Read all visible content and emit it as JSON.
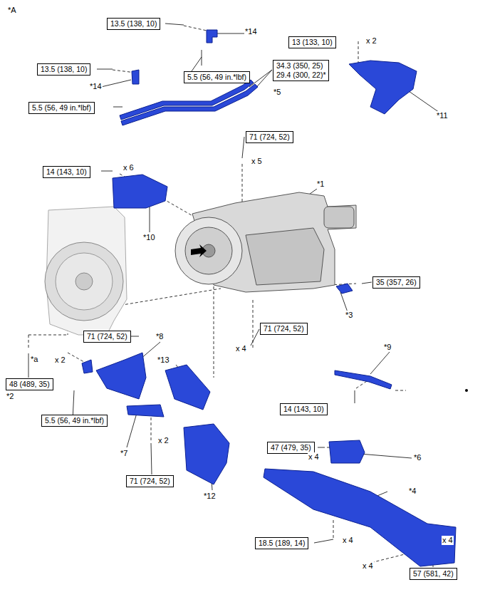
{
  "diagram": {
    "nodes": [
      {
        "text": [
          "13.5 (138, 10)"
        ]
      },
      {
        "text": [
          "13 (133, 10)"
        ]
      },
      {
        "text": [
          "13.5 (138, 10)"
        ]
      },
      {
        "text": [
          "5.5 (56, 49 in.*lbf)"
        ]
      },
      {
        "text": [
          "34.3 (350, 25)",
          "29.4 (300, 22)*"
        ]
      },
      {
        "text": [
          "5.5 (56, 49 in.*lbf)"
        ]
      },
      {
        "text": [
          "71 (724, 52)"
        ]
      },
      {
        "text": [
          "14 (143, 10)"
        ]
      },
      {
        "text": [
          "35 (357, 26)"
        ]
      },
      {
        "text": [
          "71 (724, 52)"
        ]
      },
      {
        "text": [
          "71 (724, 52)"
        ]
      },
      {
        "text": [
          "48 (489, 35)"
        ]
      },
      {
        "text": [
          "5.5 (56, 49 in.*lbf)"
        ]
      },
      {
        "text": [
          "14 (143, 10)"
        ]
      },
      {
        "text": [
          "47 (479, 35)"
        ]
      },
      {
        "text": [
          "71 (724, 52)"
        ]
      },
      {
        "text": [
          "18.5 (189, 14)"
        ]
      },
      {
        "text": [
          "57 (581, 42)"
        ]
      }
    ],
    "labels": [
      "*A",
      "*14",
      "x 2",
      "*14",
      "*5",
      "*11",
      "x 5",
      "x 6",
      "*1",
      "*10",
      "*3",
      "x 4",
      "x 2",
      "*8",
      "*9",
      "*a",
      "*13",
      "*2",
      "*7",
      "x 2",
      "x 4",
      "*6",
      "*12",
      "*4",
      "x 4",
      "x 4",
      "x 4"
    ]
  }
}
